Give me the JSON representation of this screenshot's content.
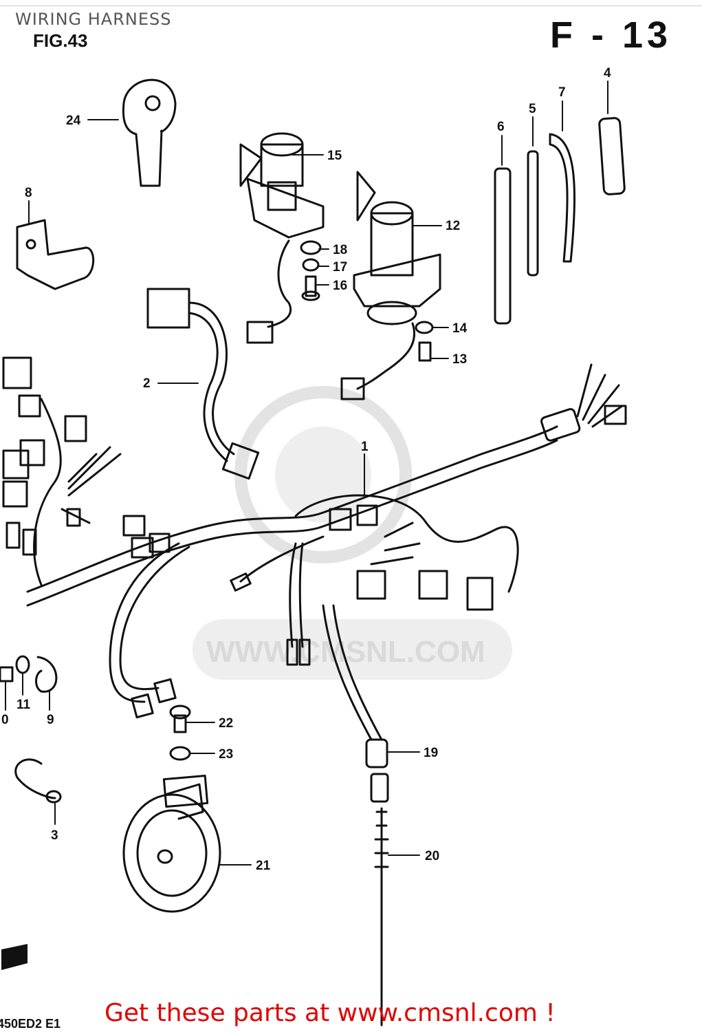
{
  "header": {
    "title": "WIRING HARNESS"
  },
  "figure": {
    "label": "FIG.43",
    "page_id": "F - 13",
    "drawing_code": "450ED2 E1"
  },
  "watermark": {
    "text": "WWW.CMSNL.COM"
  },
  "footer": {
    "text": "Get these parts at www.cmsnl.com !"
  },
  "part_labels": {
    "p1": "1",
    "p2": "2",
    "p3": "3",
    "p4": "4",
    "p5": "5",
    "p6": "6",
    "p7": "7",
    "p8": "8",
    "p9": "9",
    "p10": "0",
    "p11": "11",
    "p12": "12",
    "p13": "13",
    "p14": "14",
    "p15": "15",
    "p16": "16",
    "p17": "17",
    "p18": "18",
    "p19": "19",
    "p20": "20",
    "p21": "21",
    "p22": "22",
    "p23": "23",
    "p24": "24"
  },
  "colors": {
    "ink": "#111111",
    "footer": "#e00000",
    "watermark": "#d9d9d9",
    "header": "#555555"
  }
}
